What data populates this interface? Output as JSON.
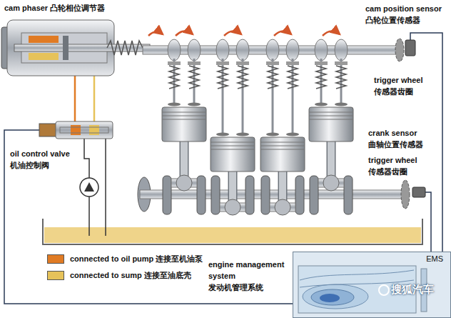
{
  "diagram": {
    "nodes": [
      {
        "text": [
          "EMS"
        ]
      }
    ],
    "labels": [
      "cam phaser 凸轮相位调节器",
      "cam position sensor 凸轮位置传感器",
      "trigger wheel 传感器齿圈",
      "crank sensor 曲轴位置传感器",
      "trigger wheel 传感器齿圈",
      "oil control valve 机油控制阀",
      "engine management system 发动机管理系统",
      "搜狐汽车"
    ],
    "legend": [
      {
        "text": "connected to oil pump 连接至机油泵",
        "color": "#e07b24"
      },
      {
        "text": "connected to sump 连接至油底壳",
        "color": "#e6c25a"
      }
    ]
  }
}
